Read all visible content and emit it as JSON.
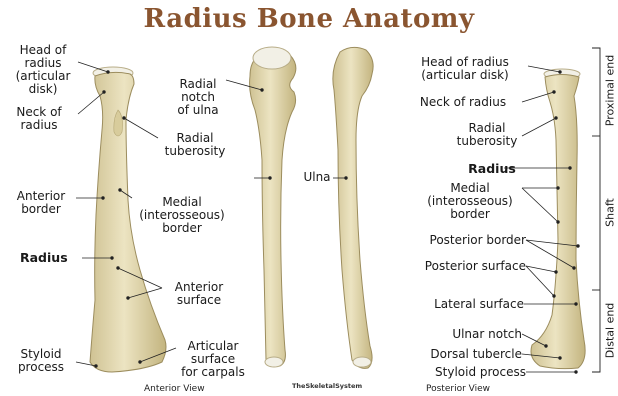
{
  "title": "Radius Bone Anatomy",
  "labels": {
    "head_left": "Head of\nradius\n(articular\ndisk)",
    "neck_left": "Neck of\nradius",
    "radial_tuberosity_left": "Radial\ntuberosity",
    "anterior_border": "Anterior\nborder",
    "medial_left": "Medial\n(interosseous)\nborder",
    "radius_left": "Radius",
    "anterior_surface": "Anterior\nsurface",
    "styloid_left": "Styloid\nprocess",
    "articular_carpals": "Articular\nsurface\nfor carpals",
    "radial_notch": "Radial\nnotch\nof ulna",
    "ulna": "Ulna",
    "head_right": "Head of radius\n(articular disk)",
    "neck_right": "Neck of radius",
    "radial_tuberosity_right": "Radial\ntuberosity",
    "radius_right": "Radius",
    "medial_right": "Medial\n(interosseous)\nborder",
    "posterior_border": "Posterior border",
    "posterior_surface": "Posterior surface",
    "lateral_surface": "Lateral surface",
    "ulnar_notch": "Ulnar notch",
    "dorsal_tubercle": "Dorsal tubercle",
    "styloid_right": "Styloid process"
  },
  "views": {
    "anterior": "Anterior View",
    "posterior": "Posterior View"
  },
  "regions": {
    "proximal": "Proximal end",
    "shaft": "Shaft",
    "distal": "Distal end"
  },
  "brand": "TheSkeletalSystem",
  "colors": {
    "title": "#8a5530",
    "bone_fill": "#e6dcb4",
    "bone_shade": "#c9bb88",
    "cartilage": "#f2f0e6"
  }
}
